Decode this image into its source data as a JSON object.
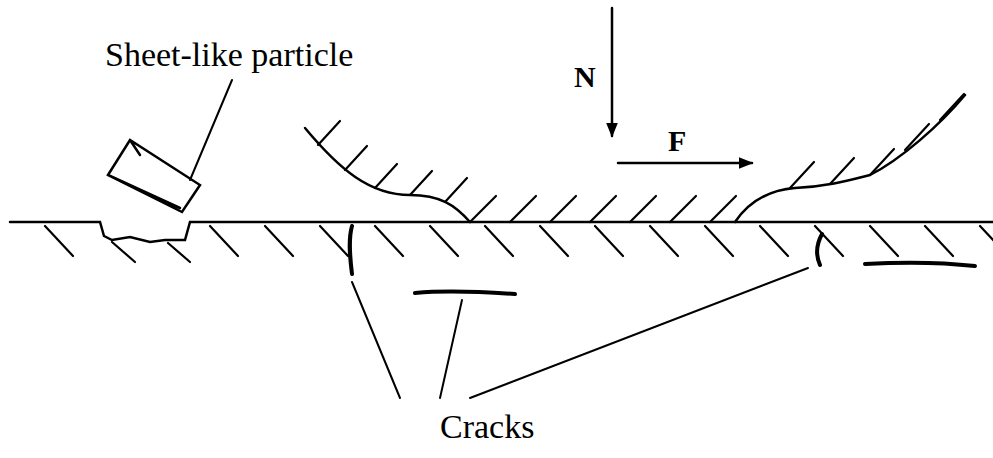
{
  "diagram": {
    "labels": [
      "Sheet-like particle",
      "N",
      "F",
      "Cracks"
    ]
  }
}
